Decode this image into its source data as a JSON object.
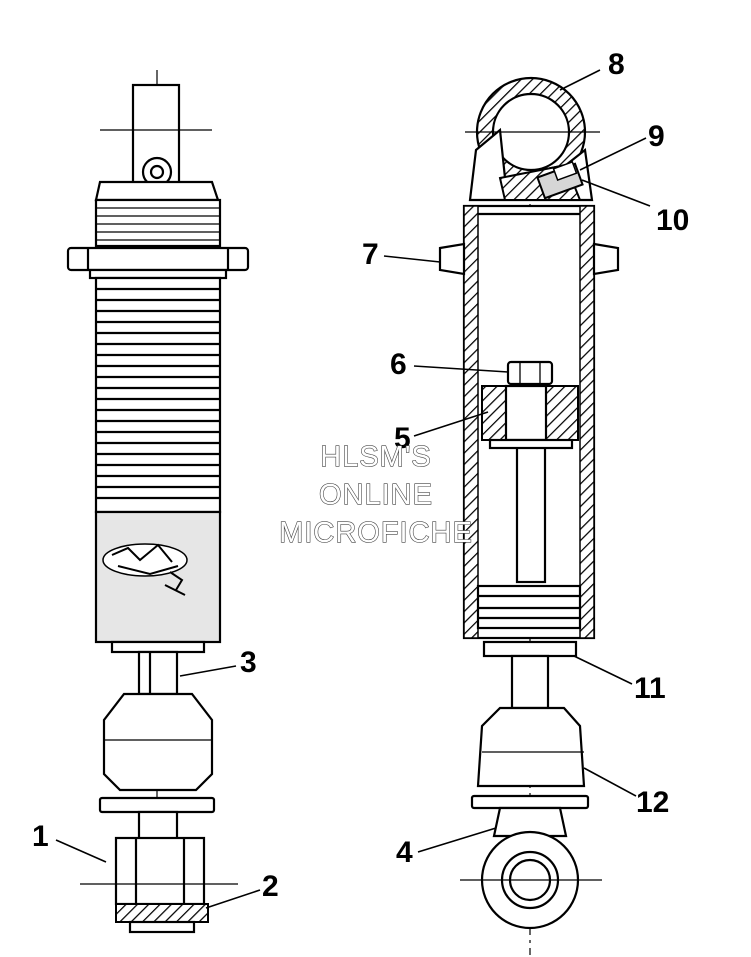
{
  "callouts": {
    "c1": "1",
    "c2": "2",
    "c3": "3",
    "c4": "4",
    "c5": "5",
    "c6": "6",
    "c7": "7",
    "c8": "8",
    "c9": "9",
    "c10": "10",
    "c11": "11",
    "c12": "12"
  },
  "watermark": {
    "line1": "HLSM'S",
    "line2": "ONLINE",
    "line3": "MICROFICHE"
  }
}
